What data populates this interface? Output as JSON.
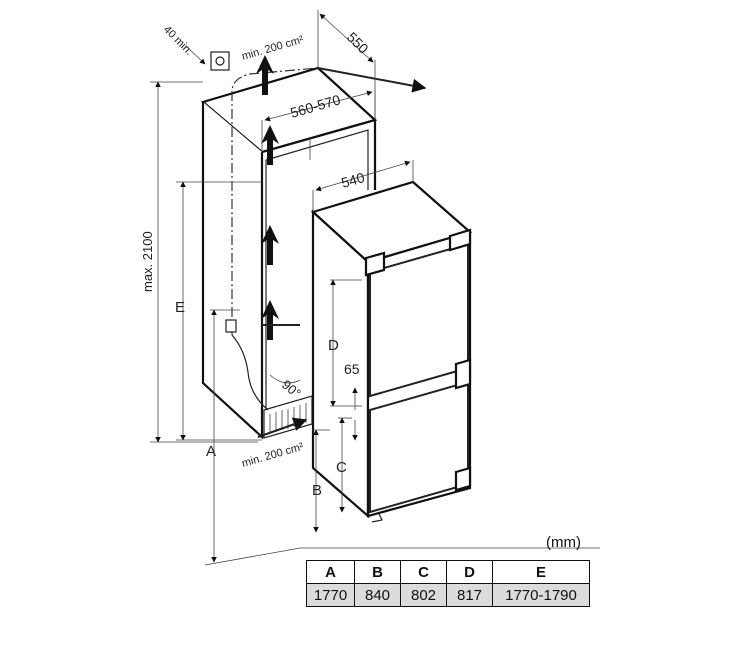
{
  "diagram": {
    "dimension_labels": {
      "depth_550": "550",
      "niche_width": "560-570",
      "appliance_width": "540",
      "max_height": "max. 2100",
      "height_e": "E",
      "height_a": "A",
      "height_b": "B",
      "height_c": "C",
      "height_d": "D",
      "gap_65": "65",
      "angle_90": "90°",
      "clearance_40": "40 min.",
      "vent_top": "min. 200 cm²",
      "vent_bottom": "min. 200 cm²"
    }
  },
  "table": {
    "unit": "(mm)",
    "headers": [
      "A",
      "B",
      "C",
      "D",
      "E"
    ],
    "values": [
      "1770",
      "840",
      "802",
      "817",
      "1770-1790"
    ]
  }
}
